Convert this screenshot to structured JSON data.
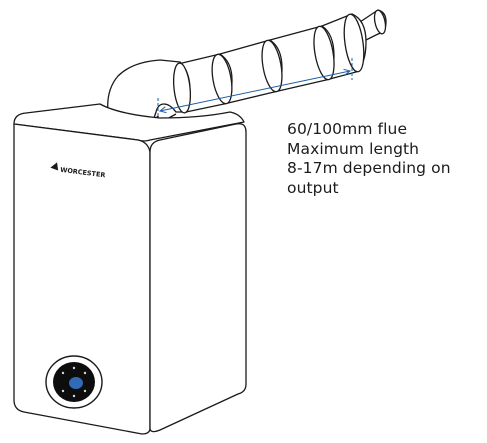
{
  "brand": {
    "logo_text": "WORCESTER"
  },
  "annotation": {
    "lines": [
      "60/100mm flue",
      "Maximum length",
      "8-17m depending on",
      "output"
    ]
  },
  "colors": {
    "outline": "#1a1a1a",
    "dimension_line": "#1f5fa8",
    "display_panel": "#0d0d0d",
    "display_accent": "#3a7bd5"
  }
}
